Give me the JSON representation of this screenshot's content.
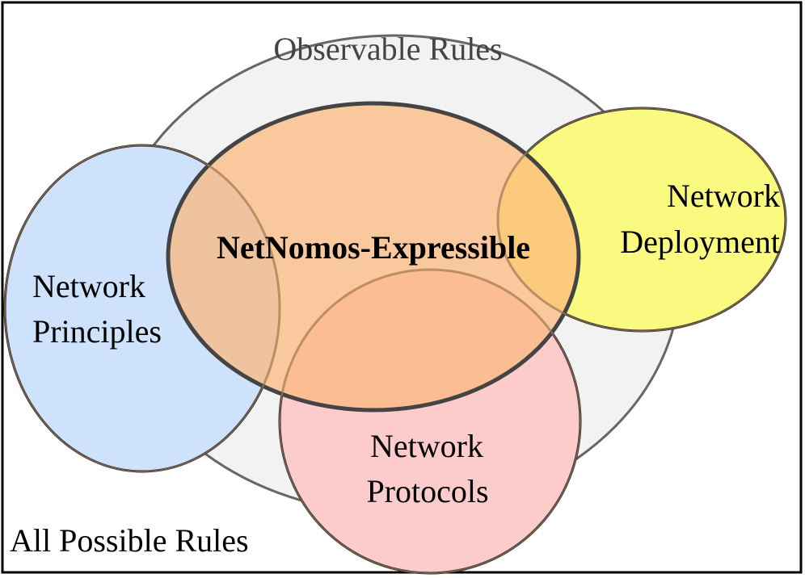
{
  "diagram": {
    "outer_label": "All Possible Rules",
    "observable_label": "Observable Rules",
    "principles_label_1": "Network",
    "principles_label_2": "Principles",
    "deployment_label_1": "Network",
    "deployment_label_2": "Deployment",
    "protocols_label_1": "Network",
    "protocols_label_2": "Protocols",
    "expressible_label": "NetNomos-Expressible"
  },
  "colors": {
    "border": "#000000",
    "observable_fill": "#f2f2f2",
    "observable_stroke": "#666666",
    "observable_text": "#444444",
    "principles_fill": "#cfe2fb",
    "deployment_fill": "#fafa80",
    "protocols_fill": "#fccbcb",
    "expressible_fill": "#fbb77a",
    "expressible_stroke": "#444444",
    "ellipse_stroke": "#222222"
  }
}
